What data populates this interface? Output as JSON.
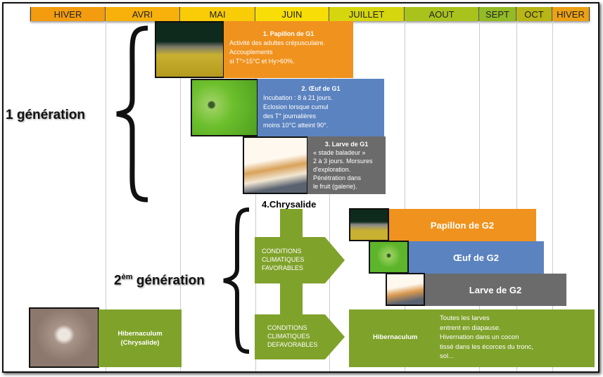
{
  "months": [
    "HIVER",
    "AVRI",
    "MAI",
    "JUIN",
    "JUILLET",
    "AOUT",
    "SEPT",
    "OCT",
    "HIVER"
  ],
  "month_colors": [
    "#f39c0f",
    "#f7b10a",
    "#f9cc08",
    "#f8de06",
    "#d6d60e",
    "#a9c31c",
    "#93bb25",
    "#b8b516",
    "#eba114"
  ],
  "colors": {
    "orange": "#f0921e",
    "blue": "#5b83c0",
    "gray": "#6b6b6b",
    "green": "#7fa22a"
  },
  "gen1": {
    "label": "1   génération",
    "papillon": {
      "title": "1. Papillon de G1",
      "lines": [
        "Activité des adultes crépusculaire.",
        "Accouplements",
        "si T°>15°C et Hy>60%."
      ]
    },
    "oeuf": {
      "title": "2. Œuf de G1",
      "lines": [
        "Incubation : 8 à 21 jours.",
        "Eclosion lorsque cumul",
        "des T° journalières",
        "moins 10°C atteint 90°."
      ]
    },
    "larve": {
      "title": "3. Larve de G1",
      "lines": [
        "« stade baladeur »",
        "2 à 3 jours. Morsures",
        "d'exploration.",
        "Pénétration dans",
        "le fruit (galerie)."
      ]
    }
  },
  "chrysalide": "4.Chrysalide",
  "gen2": {
    "label_main": "2",
    "label_sup": "èm",
    "label_rest": " génération",
    "papillon": "Papillon de G2",
    "oeuf": "Œuf de G2",
    "larve": "Larve de G2"
  },
  "favorables": [
    "CONDITIONS",
    "CLIMATIQUES",
    "FAVORABLES"
  ],
  "defavorables": [
    "CONDITIONS",
    "CLIMATIQUES",
    "DEFAVORABLES"
  ],
  "hibernaculum_left": [
    "Hibernaculum",
    "(Chrysalide)"
  ],
  "hibernaculum_right": {
    "title": "Hibernaculum",
    "lines": [
      "Toutes les larves",
      "entrent en diapause.",
      "Hivernation dans un cocon",
      "tissé dans les écorces du tronc,",
      "sol..."
    ]
  }
}
